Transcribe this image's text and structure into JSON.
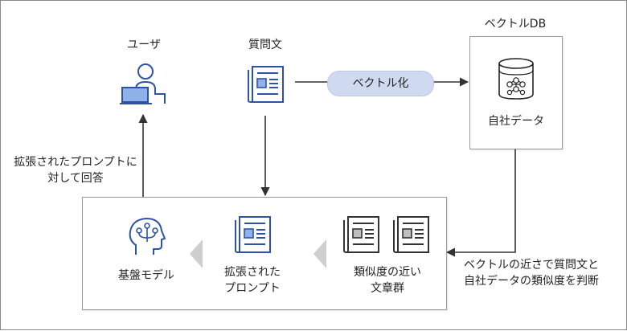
{
  "labels": {
    "user": "ユーザ",
    "question": "質問文",
    "vectorize": "ベクトル化",
    "vector_db": "ベクトルDB",
    "company_data": "自社データ",
    "respond_line1": "拡張されたプロンプトに",
    "respond_line2": "対して回答",
    "judge_line1": "ベクトルの近さで質問文と",
    "judge_line2": "自社データの類似度を判断",
    "foundation_model": "基盤モデル",
    "augmented_line1": "拡張された",
    "augmented_line2": "プロンプト",
    "similar_line1": "類似度の近い",
    "similar_line2": "文章群"
  },
  "icons": {
    "user": "user-laptop-icon",
    "question": "document-icon",
    "db": "database-icon",
    "model": "brain-icon",
    "prompt": "document-icon",
    "docs": "documents-icon"
  },
  "colors": {
    "icon": "#2d52a8",
    "pill": "#cfdaf0",
    "arrow": "#333333",
    "chevron": "#cfcfcf",
    "box_border": "#9a9a9a"
  }
}
